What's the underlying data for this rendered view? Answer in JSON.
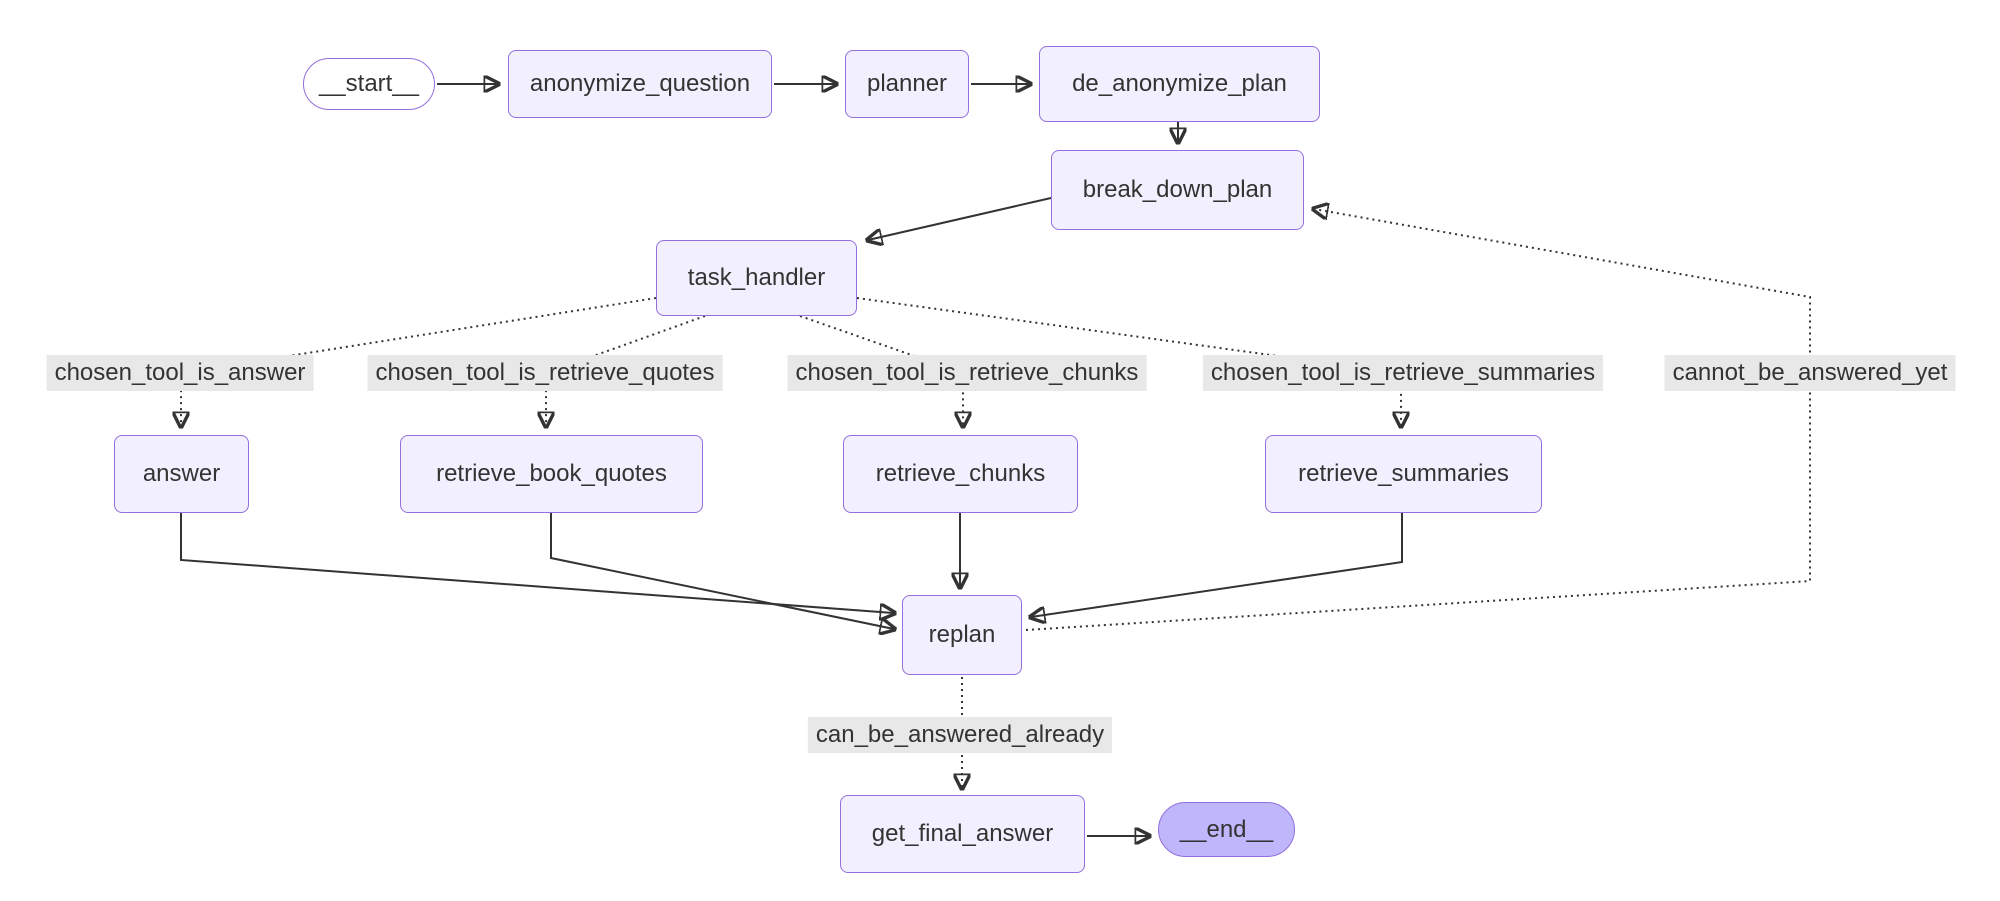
{
  "diagram": {
    "type": "flowchart",
    "nodes": {
      "start": "__start__",
      "anonymize_question": "anonymize_question",
      "planner": "planner",
      "de_anonymize_plan": "de_anonymize_plan",
      "break_down_plan": "break_down_plan",
      "task_handler": "task_handler",
      "answer": "answer",
      "retrieve_book_quotes": "retrieve_book_quotes",
      "retrieve_chunks": "retrieve_chunks",
      "retrieve_summaries": "retrieve_summaries",
      "replan": "replan",
      "get_final_answer": "get_final_answer",
      "end": "__end__"
    },
    "edge_labels": {
      "chosen_tool_is_answer": "chosen_tool_is_answer",
      "chosen_tool_is_retrieve_quotes": "chosen_tool_is_retrieve_quotes",
      "chosen_tool_is_retrieve_chunks": "chosen_tool_is_retrieve_chunks",
      "chosen_tool_is_retrieve_summaries": "chosen_tool_is_retrieve_summaries",
      "cannot_be_answered_yet": "cannot_be_answered_yet",
      "can_be_answered_already": "can_be_answered_already"
    },
    "edges": [
      {
        "from": "start",
        "to": "anonymize_question",
        "style": "solid"
      },
      {
        "from": "anonymize_question",
        "to": "planner",
        "style": "solid"
      },
      {
        "from": "planner",
        "to": "de_anonymize_plan",
        "style": "solid"
      },
      {
        "from": "de_anonymize_plan",
        "to": "break_down_plan",
        "style": "solid"
      },
      {
        "from": "break_down_plan",
        "to": "task_handler",
        "style": "solid"
      },
      {
        "from": "task_handler",
        "to": "answer",
        "style": "dotted",
        "label": "chosen_tool_is_answer"
      },
      {
        "from": "task_handler",
        "to": "retrieve_book_quotes",
        "style": "dotted",
        "label": "chosen_tool_is_retrieve_quotes"
      },
      {
        "from": "task_handler",
        "to": "retrieve_chunks",
        "style": "dotted",
        "label": "chosen_tool_is_retrieve_chunks"
      },
      {
        "from": "task_handler",
        "to": "retrieve_summaries",
        "style": "dotted",
        "label": "chosen_tool_is_retrieve_summaries"
      },
      {
        "from": "answer",
        "to": "replan",
        "style": "solid"
      },
      {
        "from": "retrieve_book_quotes",
        "to": "replan",
        "style": "solid"
      },
      {
        "from": "retrieve_chunks",
        "to": "replan",
        "style": "solid"
      },
      {
        "from": "retrieve_summaries",
        "to": "replan",
        "style": "solid"
      },
      {
        "from": "replan",
        "to": "break_down_plan",
        "style": "dotted",
        "label": "cannot_be_answered_yet"
      },
      {
        "from": "replan",
        "to": "get_final_answer",
        "style": "dotted",
        "label": "can_be_answered_already"
      },
      {
        "from": "get_final_answer",
        "to": "end",
        "style": "solid"
      }
    ],
    "colors": {
      "node_fill": "#f2f0ff",
      "node_border": "#9370db",
      "start_fill": "#ffffff",
      "end_fill": "#bfb6fc",
      "edge": "#333333",
      "label_bg": "#e8e8e8",
      "text": "#333333"
    }
  }
}
